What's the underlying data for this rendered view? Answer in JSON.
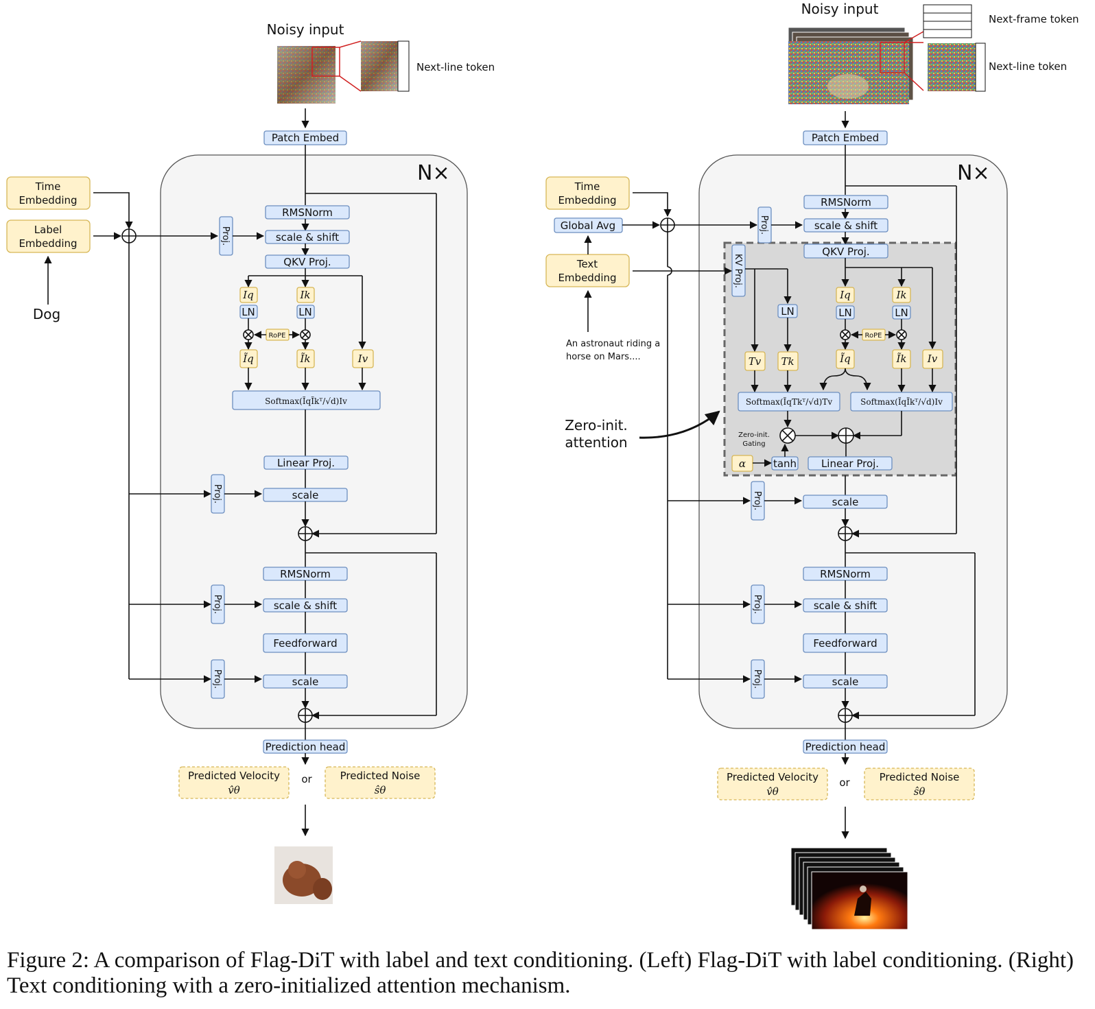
{
  "left": {
    "noisy_input": "Noisy input",
    "next_line_token": "Next-line token",
    "patch_embed": "Patch Embed",
    "nx": "N×",
    "time_embedding": [
      "Time",
      "Embedding"
    ],
    "label_embedding": [
      "Label",
      "Embedding"
    ],
    "label_input": "Dog",
    "rmsnorm1": "RMSNorm",
    "scale_shift1": "scale & shift",
    "qkv_proj": "QKV Proj.",
    "iq": "Iq",
    "ik": "Ik",
    "iv": "Iv",
    "ln": "LN",
    "rope": "RoPE",
    "iq_tilde": "Ĩq",
    "ik_tilde": "Ĩk",
    "softmax": "Softmax(ĨqĨkᵀ/√d)Iv",
    "linear_proj": "Linear Proj.",
    "scale1": "scale",
    "rmsnorm2": "RMSNorm",
    "scale_shift2": "scale & shift",
    "feedforward": "Feedforward",
    "scale2": "scale",
    "prediction_head": "Prediction head",
    "pred_velocity": [
      "Predicted Velocity",
      "v̂θ"
    ],
    "or": "or",
    "pred_noise": [
      "Predicted Noise",
      "ŝθ"
    ],
    "proj": "Proj."
  },
  "right": {
    "noisy_input": "Noisy input",
    "next_frame_token": "Next-frame token",
    "next_line_token": "Next-line token",
    "patch_embed": "Patch Embed",
    "nx": "N×",
    "time_embedding": [
      "Time",
      "Embedding"
    ],
    "global_avg": "Global Avg",
    "text_embedding": [
      "Text",
      "Embedding"
    ],
    "text_input": [
      "An astronaut riding a",
      "horse on Mars...."
    ],
    "zero_init_attention": [
      "Zero-init.",
      "attention"
    ],
    "rmsnorm1": "RMSNorm",
    "scale_shift1": "scale & shift",
    "qkv_proj": "QKV Proj.",
    "kv_proj": "KV Proj.",
    "ln": "LN",
    "tv": "Tv",
    "tk": "Tk",
    "iq": "Iq",
    "ik": "Ik",
    "iv": "Iv",
    "rope": "RoPE",
    "iq_tilde": "Ĩq",
    "ik_tilde": "Ĩk",
    "softmax_text": "Softmax(ĨqTkᵀ/√d)Tv",
    "softmax_img": "Softmax(ĨqĨkᵀ/√d)Iv",
    "zero_init_gating": [
      "Zero-init.",
      "Gating"
    ],
    "alpha": "α",
    "tanh": "tanh",
    "linear_proj": "Linear Proj.",
    "scale1": "scale",
    "rmsnorm2": "RMSNorm",
    "scale_shift2": "scale & shift",
    "feedforward": "Feedforward",
    "scale2": "scale",
    "prediction_head": "Prediction head",
    "pred_velocity": [
      "Predicted Velocity",
      "v̂θ"
    ],
    "or": "or",
    "pred_noise": [
      "Predicted Noise",
      "ŝθ"
    ],
    "proj": "Proj."
  },
  "caption": "Figure 2: A comparison of Flag-DiT with label and text conditioning. (Left) Flag-DiT with label conditioning. (Right) Text conditioning with a zero-initialized attention mechanism.",
  "colors": {
    "block_fill": "#dae8fc",
    "block_stroke": "#6c8ebf",
    "emb_fill": "#fff2cc",
    "emb_stroke": "#d6b656",
    "panel": "#f5f5f5",
    "attention_panel": "#d8d8d8"
  }
}
